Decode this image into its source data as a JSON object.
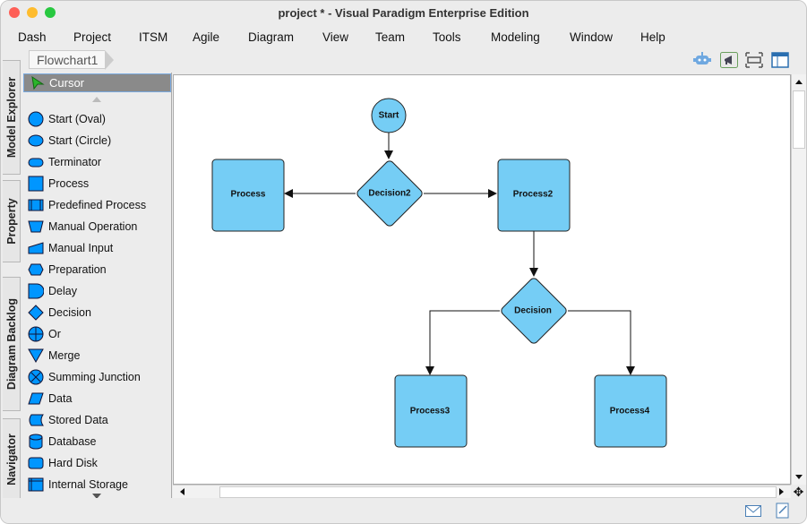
{
  "window": {
    "title": "project * - Visual Paradigm Enterprise Edition"
  },
  "menu": [
    "Dash",
    "Project",
    "ITSM",
    "Agile",
    "Diagram",
    "View",
    "Team",
    "Tools",
    "Modeling",
    "Window",
    "Help"
  ],
  "breadcrumb": "Flowchart1",
  "toolbar_icons": [
    "robot-icon",
    "megaphone-icon",
    "fit-diagram-icon",
    "layout-panel-icon"
  ],
  "side_tabs": [
    "Model Explorer",
    "Property",
    "Diagram Backlog",
    "Navigator"
  ],
  "palette": {
    "cursor": "Cursor",
    "items": [
      "Start (Oval)",
      "Start (Circle)",
      "Terminator",
      "Process",
      "Predefined Process",
      "Manual Operation",
      "Manual Input",
      "Preparation",
      "Delay",
      "Decision",
      "Or",
      "Merge",
      "Summing Junction",
      "Data",
      "Stored Data",
      "Database",
      "Hard Disk",
      "Internal Storage"
    ]
  },
  "diagram": {
    "fill": "#75CDF5",
    "stroke": "#222222",
    "nodes": {
      "start": "Start",
      "decision2": "Decision2",
      "process": "Process",
      "process2": "Process2",
      "decision": "Decision",
      "process3": "Process3",
      "process4": "Process4"
    }
  },
  "accent": "#0096FF"
}
